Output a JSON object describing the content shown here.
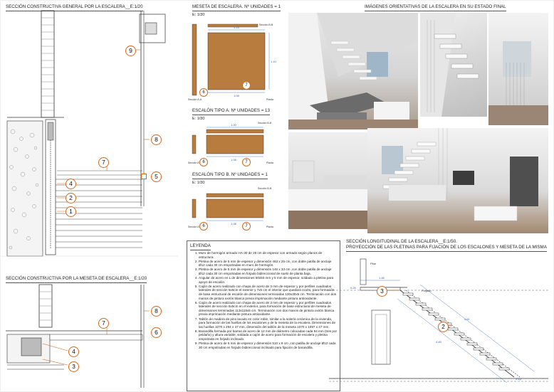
{
  "sections": {
    "general": {
      "title": "SECCIÓN CONSTRUCTIVA GENERAL POR LA ESCALERA__E:1/20",
      "callouts": [
        "9",
        "8",
        "7",
        "5",
        "4",
        "2",
        "1"
      ]
    },
    "meseta_section": {
      "title": "SECCIÓN CONSTRUCTIVA POR LA MESETA DE ESCALERA__E:1/20",
      "callouts": [
        "8",
        "7",
        "6",
        "4",
        "3"
      ]
    },
    "longitudinal": {
      "title_line1": "SECCIÓN LONGITUDINAL DE LA ESCALERA__E:1/50.",
      "title_line2": "PROYECCIÓN DE LAS PLETINAS PARA FIJACIÓN DE LOS ESCALONES Y MESETA DE LA MISMA",
      "callouts": [
        "3",
        "2"
      ],
      "labels": {
        "pilar": "Pilar",
        "forjado": "Forjado"
      },
      "dims": [
        "1.46",
        "4.61",
        "4.45",
        "0.25",
        "0.45"
      ]
    },
    "images": {
      "title": "IMÁGENES ORIENTATIVAS DE LA ESCALERA EN SU ESTADO FINAL"
    }
  },
  "parts": [
    {
      "title": "MESETA DE ESCALERA. Nº UNIDADES = 1",
      "scale": "E: 1/30",
      "dims": [
        "1.13",
        "1.08",
        "1.10"
      ],
      "callouts": [
        "6",
        "7"
      ],
      "labels": [
        "Sección B-B",
        "Sección A-A",
        "Planta"
      ]
    },
    {
      "title": "ESCALÓN TIPO A. Nº UNIDADES = 13",
      "scale": "E: 1/30",
      "dims": [
        "1.20",
        "1.08"
      ],
      "callouts": [
        "6",
        "7"
      ],
      "labels": [
        "Sección B-B",
        "Sección A-A",
        "Planta"
      ]
    },
    {
      "title": "ESCALÓN TIPO B. Nº UNIDADES = 1",
      "scale": "E: 1/30",
      "dims": [
        "1.08"
      ],
      "callouts": [
        "6",
        "7"
      ],
      "labels": [
        "Sección B-B",
        "Sección A-A",
        "Planta"
      ]
    }
  ],
  "legend": {
    "title": "LEYENDA",
    "items": [
      "Muro de hormigón armado HA-30 de 25 cm de espesor con armado según planos de estructura.",
      "Pletina de acero de 5 mm de espesor y dimensión 463 x 25 cm, con doble patilla de anclaje Ø12 cada 30 cm empotradas en muro de hormigón.",
      "Pletina de acero de 5 mm de espesor y dimensión 146 x 33 cm ,con doble patilla de anclaje Ø12 cada 30 cm empotradas en forjado bidireccional de suelo de planta baja.",
      "Angular de acero en L de dimensiones 50x50 mm y 5 mm de espesor, soldado a pletina para apoyo de escalón.",
      "Cajón de acero realizado con chapa de acero de 3 mm de espesor y por perfiles cuadrados laterales de sección 5x5cm el exterior y 7x5 cm el interior que quedará oculto, para formación de base estructural de escalón de dimensiones terminadas 120x30x5 cm. Terminación con dos manos de pintura oxirón blanca previa imprimación mediante pintura antioxidante.",
      "Cajón de acero realizado con chapa de acero de 3 mm de espesor y por perfiles cuadrados laterales de sección 5x5cm en el exterior, para formación de base estructural de meseta de dimensiones terminadas 113x115x5 cm. Terminación con dos manos de pintura oxirón blanca previa imprimación mediante pintura antioxidante.",
      "Tablón de madera de pino lacado en color roble, similar a la solería cerámica de la vivienda, para formación de las huellas de los escalones y de la meseta de la escalera. Dimensiones de las huellas 1070 x 294 x 47 mm, dimensión del tablón de la meseta 1070 x 1097 x 47 mm.",
      "Barandilla formada por barras de acero de 12 mm de diámetro colocadas cada 94 mm (tres por peldaño) y altura variable, soldada a cajón de acero para formación de escalera y pletina empotrada en forjado inclinado.",
      "Pletina de acero de 5 mm de espesor y dimensión 510 x 8 cm ,con patilla de anclaje Ø12 cada 30 cm empotradas en forjado bidireccional inclinado para fijación de barandilla."
    ]
  }
}
